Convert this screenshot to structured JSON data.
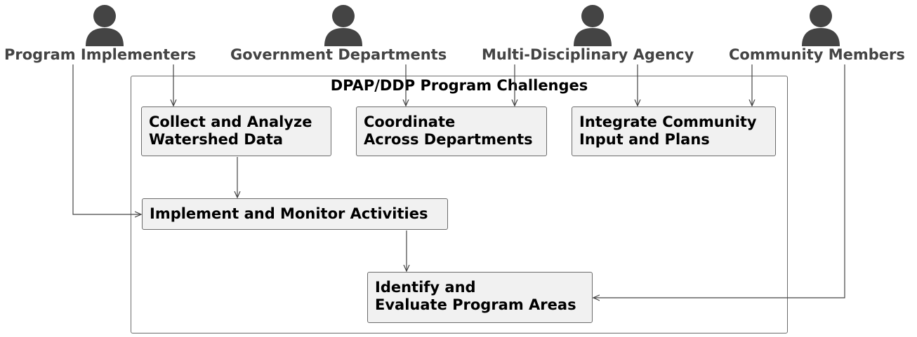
{
  "actors": [
    {
      "id": "program-implementers",
      "label": "Program Implementers"
    },
    {
      "id": "government-departments",
      "label": "Government Departments"
    },
    {
      "id": "multi-disciplinary-agency",
      "label": "Multi-Disciplinary Agency"
    },
    {
      "id": "community-members",
      "label": "Community Members"
    }
  ],
  "boundary": {
    "title": "DPAP/DDP Program Challenges"
  },
  "usecases": {
    "collect": {
      "line1": "Collect and Analyze",
      "line2": "Watershed Data"
    },
    "coordinate": {
      "line1": "Coordinate",
      "line2": "Across Departments"
    },
    "integrate": {
      "line1": "Integrate Community",
      "line2": "Input and Plans"
    },
    "implement": {
      "line1": "Implement and Monitor Activities"
    },
    "identify": {
      "line1": "Identify and",
      "line2": "Evaluate Program Areas"
    }
  },
  "colors": {
    "actor": "#444444",
    "box_fill": "#f1f1f1",
    "line": "#444444"
  }
}
